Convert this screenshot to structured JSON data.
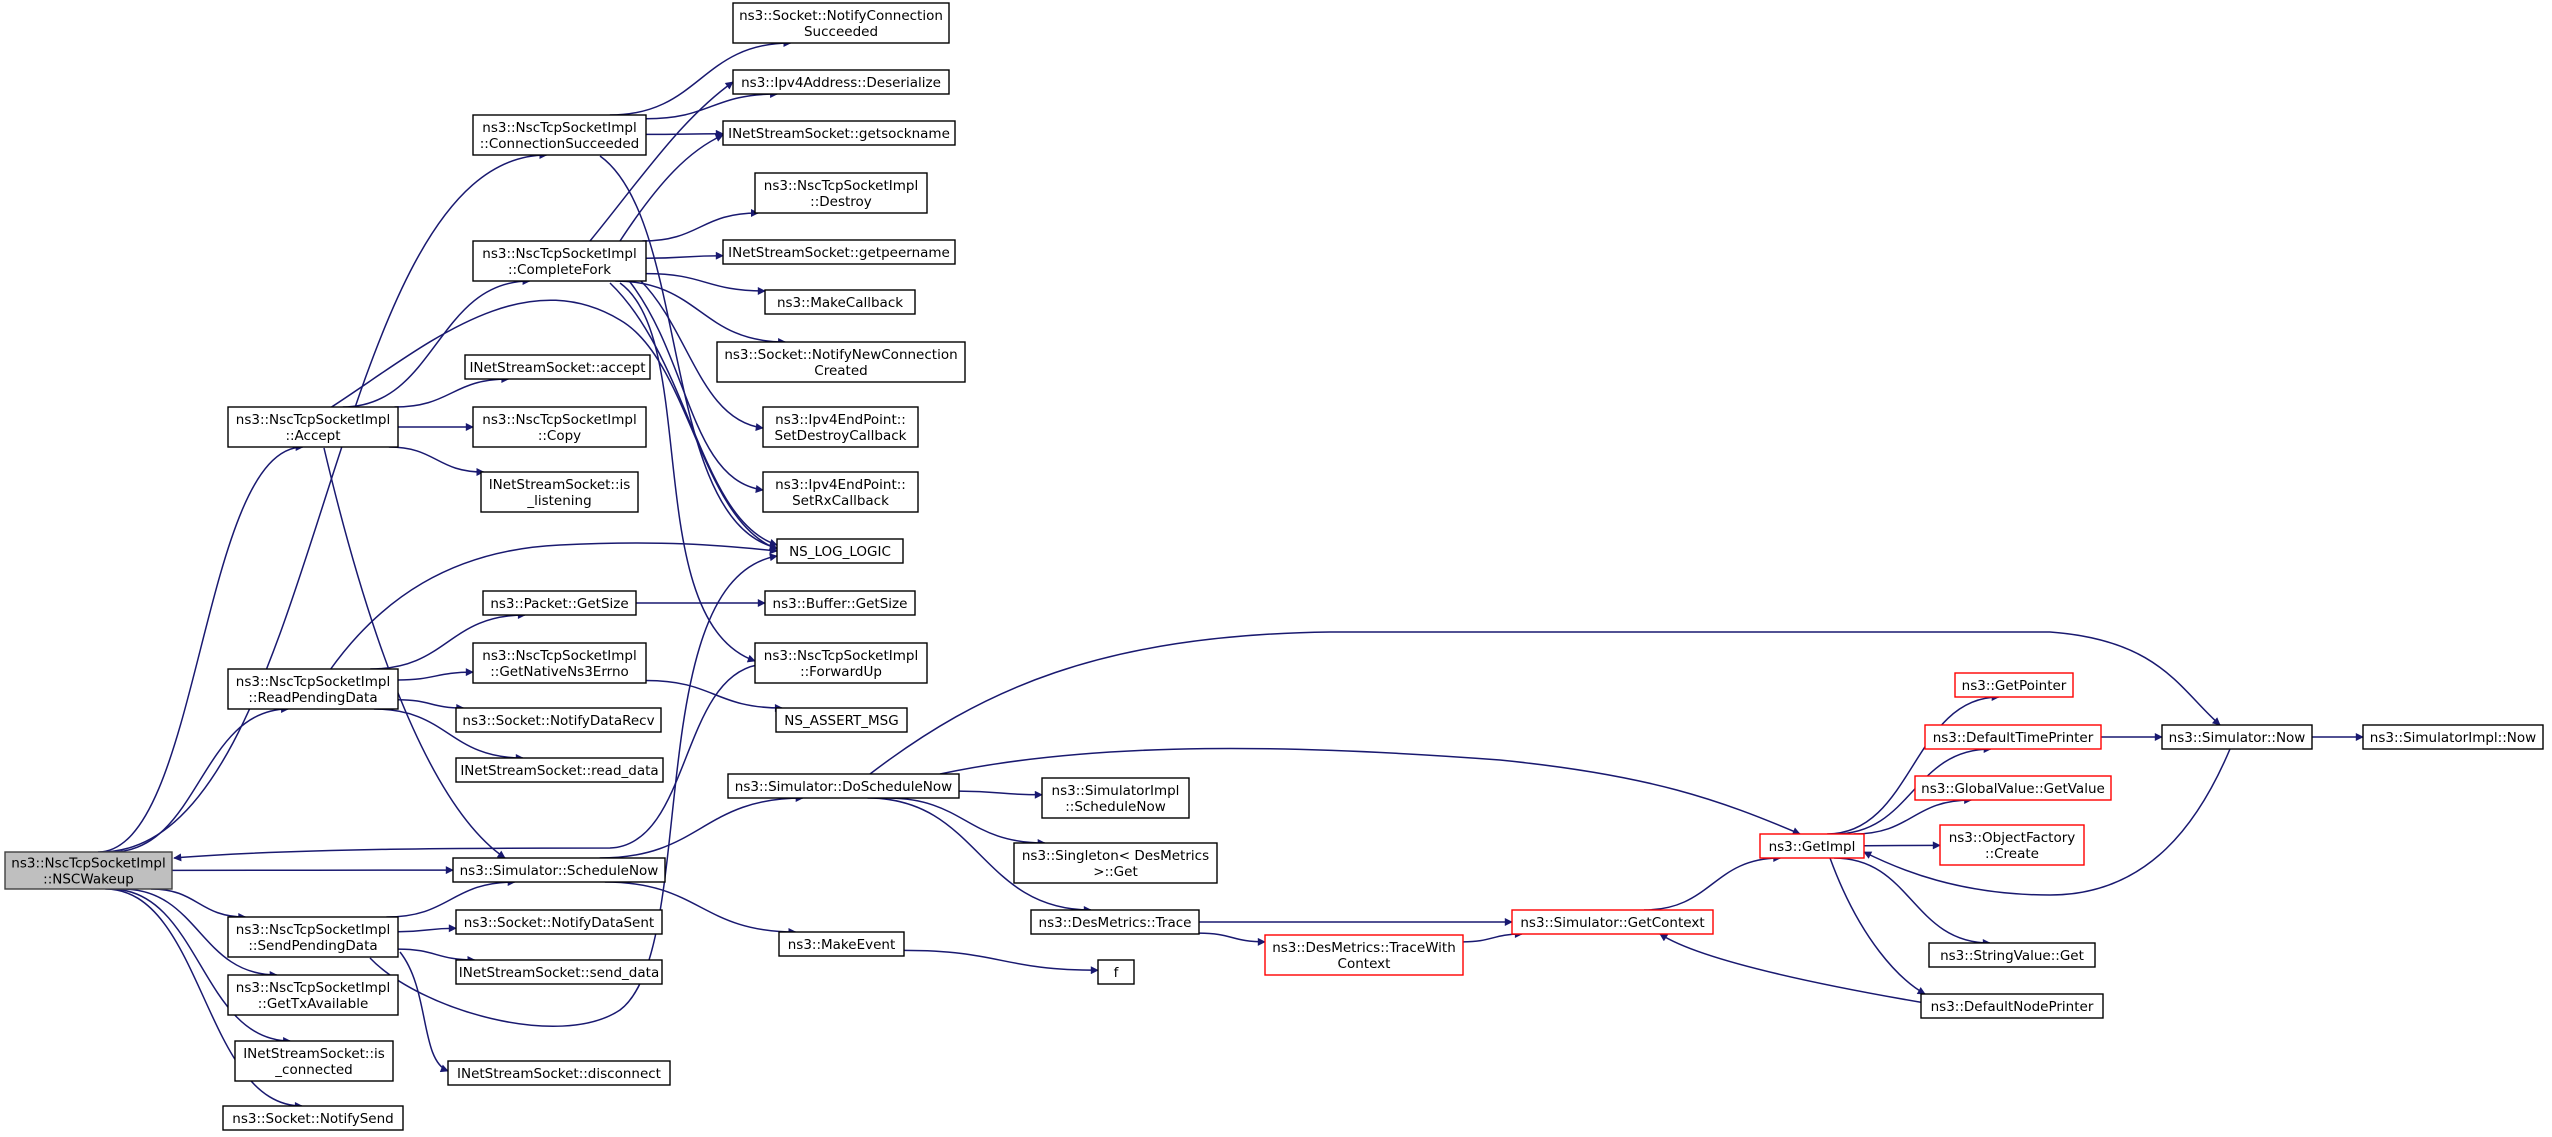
{
  "diagram_type": "call graph",
  "colors": {
    "edge": "#191970",
    "node_border": "#000000",
    "truncated_node_border": "#ff0000",
    "root_fill": "#bfbfbf",
    "background": "#ffffff"
  },
  "nodes": [
    {
      "id": "nscwakeup",
      "lines": [
        "ns3::NscTcpSocketImpl",
        "::NSCWakeup"
      ],
      "style": "root"
    },
    {
      "id": "connsucc",
      "lines": [
        "ns3::NscTcpSocketImpl",
        "::ConnectionSucceeded"
      ],
      "style": "normal"
    },
    {
      "id": "notifyconnsucc",
      "lines": [
        "ns3::Socket::NotifyConnection",
        "Succeeded"
      ],
      "style": "normal"
    },
    {
      "id": "deserialize",
      "lines": [
        "ns3::Ipv4Address::Deserialize"
      ],
      "style": "normal"
    },
    {
      "id": "getsockname",
      "lines": [
        "INetStreamSocket::getsockname"
      ],
      "style": "normal"
    },
    {
      "id": "destroy",
      "lines": [
        "ns3::NscTcpSocketImpl",
        "::Destroy"
      ],
      "style": "normal"
    },
    {
      "id": "completefork",
      "lines": [
        "ns3::NscTcpSocketImpl",
        "::CompleteFork"
      ],
      "style": "normal"
    },
    {
      "id": "getpeername",
      "lines": [
        "INetStreamSocket::getpeername"
      ],
      "style": "normal"
    },
    {
      "id": "makecallback",
      "lines": [
        "ns3::MakeCallback"
      ],
      "style": "normal"
    },
    {
      "id": "notifynewconn",
      "lines": [
        "ns3::Socket::NotifyNewConnection",
        "Created"
      ],
      "style": "normal"
    },
    {
      "id": "acceptfn",
      "lines": [
        "INetStreamSocket::accept"
      ],
      "style": "normal"
    },
    {
      "id": "accept",
      "lines": [
        "ns3::NscTcpSocketImpl",
        "::Accept"
      ],
      "style": "normal"
    },
    {
      "id": "copy",
      "lines": [
        "ns3::NscTcpSocketImpl",
        "::Copy"
      ],
      "style": "normal"
    },
    {
      "id": "setdestroy",
      "lines": [
        "ns3::Ipv4EndPoint::",
        "SetDestroyCallback"
      ],
      "style": "normal"
    },
    {
      "id": "islistening",
      "lines": [
        "INetStreamSocket::is",
        "_listening"
      ],
      "style": "normal"
    },
    {
      "id": "setrx",
      "lines": [
        "ns3::Ipv4EndPoint::",
        "SetRxCallback"
      ],
      "style": "normal"
    },
    {
      "id": "nslog",
      "lines": [
        "NS_LOG_LOGIC"
      ],
      "style": "normal"
    },
    {
      "id": "pktgetsize",
      "lines": [
        "ns3::Packet::GetSize"
      ],
      "style": "normal"
    },
    {
      "id": "bufgetsize",
      "lines": [
        "ns3::Buffer::GetSize"
      ],
      "style": "normal"
    },
    {
      "id": "readpending",
      "lines": [
        "ns3::NscTcpSocketImpl",
        "::ReadPendingData"
      ],
      "style": "normal"
    },
    {
      "id": "getnativeerr",
      "lines": [
        "ns3::NscTcpSocketImpl",
        "::GetNativeNs3Errno"
      ],
      "style": "normal"
    },
    {
      "id": "forwardup",
      "lines": [
        "ns3::NscTcpSocketImpl",
        "::ForwardUp"
      ],
      "style": "normal"
    },
    {
      "id": "notifydatarecv",
      "lines": [
        "ns3::Socket::NotifyDataRecv"
      ],
      "style": "normal"
    },
    {
      "id": "nsassert",
      "lines": [
        "NS_ASSERT_MSG"
      ],
      "style": "normal"
    },
    {
      "id": "readdata",
      "lines": [
        "INetStreamSocket::read_data"
      ],
      "style": "normal"
    },
    {
      "id": "getpointer",
      "lines": [
        "ns3::GetPointer"
      ],
      "style": "trunc"
    },
    {
      "id": "deftimeprinter",
      "lines": [
        "ns3::DefaultTimePrinter"
      ],
      "style": "trunc"
    },
    {
      "id": "simnow",
      "lines": [
        "ns3::Simulator::Now"
      ],
      "style": "normal"
    },
    {
      "id": "simimplnow",
      "lines": [
        "ns3::SimulatorImpl::Now"
      ],
      "style": "normal"
    },
    {
      "id": "globalvalue",
      "lines": [
        "ns3::GlobalValue::GetValue"
      ],
      "style": "trunc"
    },
    {
      "id": "simimplsched",
      "lines": [
        "ns3::SimulatorImpl",
        "::ScheduleNow"
      ],
      "style": "normal"
    },
    {
      "id": "doschedulenow",
      "lines": [
        "ns3::Simulator::DoScheduleNow"
      ],
      "style": "normal"
    },
    {
      "id": "getimpl",
      "lines": [
        "ns3::GetImpl"
      ],
      "style": "trunc"
    },
    {
      "id": "objfactory",
      "lines": [
        "ns3::ObjectFactory",
        "::Create"
      ],
      "style": "trunc"
    },
    {
      "id": "singleton",
      "lines": [
        "ns3::Singleton< DesMetrics",
        " >::Get"
      ],
      "style": "normal"
    },
    {
      "id": "schedulenow",
      "lines": [
        "ns3::Simulator::ScheduleNow"
      ],
      "style": "normal"
    },
    {
      "id": "sendpending",
      "lines": [
        "ns3::NscTcpSocketImpl",
        "::SendPendingData"
      ],
      "style": "normal"
    },
    {
      "id": "notifydatasent",
      "lines": [
        "ns3::Socket::NotifyDataSent"
      ],
      "style": "normal"
    },
    {
      "id": "desmetricstrace",
      "lines": [
        "ns3::DesMetrics::Trace"
      ],
      "style": "normal"
    },
    {
      "id": "simgetcontext",
      "lines": [
        "ns3::Simulator::GetContext"
      ],
      "style": "trunc"
    },
    {
      "id": "tracewithctx",
      "lines": [
        "ns3::DesMetrics::TraceWith",
        "Context"
      ],
      "style": "trunc"
    },
    {
      "id": "makeevent",
      "lines": [
        "ns3::MakeEvent"
      ],
      "style": "normal"
    },
    {
      "id": "senddata",
      "lines": [
        "INetStreamSocket::send_data"
      ],
      "style": "normal"
    },
    {
      "id": "stringvalue",
      "lines": [
        "ns3::StringValue::Get"
      ],
      "style": "normal"
    },
    {
      "id": "f",
      "lines": [
        "f"
      ],
      "style": "normal"
    },
    {
      "id": "gettxavail",
      "lines": [
        "ns3::NscTcpSocketImpl",
        "::GetTxAvailable"
      ],
      "style": "normal"
    },
    {
      "id": "defnodeprinter",
      "lines": [
        "ns3::DefaultNodePrinter"
      ],
      "style": "normal"
    },
    {
      "id": "isconnected",
      "lines": [
        "INetStreamSocket::is",
        "_connected"
      ],
      "style": "normal"
    },
    {
      "id": "disconnect",
      "lines": [
        "INetStreamSocket::disconnect"
      ],
      "style": "normal"
    },
    {
      "id": "notifysend",
      "lines": [
        "ns3::Socket::NotifySend"
      ],
      "style": "normal"
    }
  ],
  "edges": [
    {
      "from": "nscwakeup",
      "to": "connsucc"
    },
    {
      "from": "nscwakeup",
      "to": "accept"
    },
    {
      "from": "nscwakeup",
      "to": "readpending"
    },
    {
      "from": "nscwakeup",
      "to": "schedulenow"
    },
    {
      "from": "nscwakeup",
      "to": "sendpending"
    },
    {
      "from": "nscwakeup",
      "to": "gettxavail"
    },
    {
      "from": "nscwakeup",
      "to": "isconnected"
    },
    {
      "from": "nscwakeup",
      "to": "notifysend"
    },
    {
      "from": "connsucc",
      "to": "notifyconnsucc"
    },
    {
      "from": "connsucc",
      "to": "deserialize"
    },
    {
      "from": "connsucc",
      "to": "getsockname"
    },
    {
      "from": "connsucc",
      "to": "nslog"
    },
    {
      "from": "completefork",
      "to": "deserialize"
    },
    {
      "from": "completefork",
      "to": "getsockname"
    },
    {
      "from": "completefork",
      "to": "destroy"
    },
    {
      "from": "completefork",
      "to": "getpeername"
    },
    {
      "from": "completefork",
      "to": "makecallback"
    },
    {
      "from": "completefork",
      "to": "notifynewconn"
    },
    {
      "from": "completefork",
      "to": "setdestroy"
    },
    {
      "from": "completefork",
      "to": "setrx"
    },
    {
      "from": "completefork",
      "to": "nslog"
    },
    {
      "from": "completefork",
      "to": "forwardup"
    },
    {
      "from": "accept",
      "to": "completefork"
    },
    {
      "from": "accept",
      "to": "acceptfn"
    },
    {
      "from": "accept",
      "to": "copy"
    },
    {
      "from": "accept",
      "to": "islistening"
    },
    {
      "from": "accept",
      "to": "nslog"
    },
    {
      "from": "accept",
      "to": "schedulenow"
    },
    {
      "from": "readpending",
      "to": "nslog"
    },
    {
      "from": "readpending",
      "to": "pktgetsize"
    },
    {
      "from": "readpending",
      "to": "getnativeerr"
    },
    {
      "from": "readpending",
      "to": "notifydatarecv"
    },
    {
      "from": "readpending",
      "to": "readdata"
    },
    {
      "from": "pktgetsize",
      "to": "bufgetsize"
    },
    {
      "from": "getnativeerr",
      "to": "nsassert"
    },
    {
      "from": "forwardup",
      "to": "nscwakeup"
    },
    {
      "from": "schedulenow",
      "to": "doschedulenow"
    },
    {
      "from": "schedulenow",
      "to": "makeevent"
    },
    {
      "from": "sendpending",
      "to": "schedulenow"
    },
    {
      "from": "sendpending",
      "to": "notifydatasent"
    },
    {
      "from": "sendpending",
      "to": "senddata"
    },
    {
      "from": "sendpending",
      "to": "disconnect"
    },
    {
      "from": "sendpending",
      "to": "nslog"
    },
    {
      "from": "doschedulenow",
      "to": "simnow"
    },
    {
      "from": "doschedulenow",
      "to": "getimpl"
    },
    {
      "from": "doschedulenow",
      "to": "simimplsched"
    },
    {
      "from": "doschedulenow",
      "to": "singleton"
    },
    {
      "from": "doschedulenow",
      "to": "desmetricstrace"
    },
    {
      "from": "desmetricstrace",
      "to": "simgetcontext"
    },
    {
      "from": "desmetricstrace",
      "to": "tracewithctx"
    },
    {
      "from": "tracewithctx",
      "to": "simgetcontext"
    },
    {
      "from": "simgetcontext",
      "to": "getimpl"
    },
    {
      "from": "makeevent",
      "to": "f"
    },
    {
      "from": "getimpl",
      "to": "getpointer"
    },
    {
      "from": "getimpl",
      "to": "deftimeprinter"
    },
    {
      "from": "getimpl",
      "to": "globalvalue"
    },
    {
      "from": "getimpl",
      "to": "objfactory"
    },
    {
      "from": "getimpl",
      "to": "stringvalue"
    },
    {
      "from": "getimpl",
      "to": "defnodeprinter"
    },
    {
      "from": "deftimeprinter",
      "to": "simnow"
    },
    {
      "from": "simnow",
      "to": "simimplnow"
    },
    {
      "from": "simnow",
      "to": "getimpl"
    },
    {
      "from": "defnodeprinter",
      "to": "simgetcontext"
    }
  ]
}
